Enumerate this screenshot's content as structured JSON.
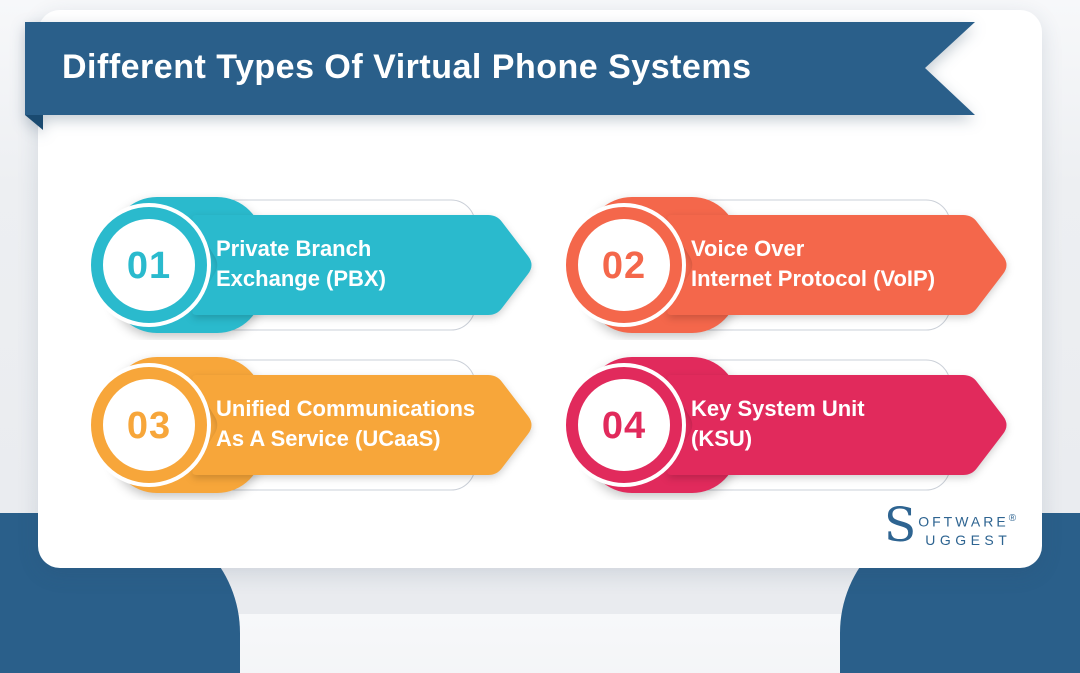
{
  "header": {
    "title": "Different Types Of Virtual Phone Systems"
  },
  "items": [
    {
      "number": "01",
      "line1": "Private Branch",
      "line2": "Exchange (PBX)",
      "color": "#2ABACD"
    },
    {
      "number": "02",
      "line1": "Voice Over",
      "line2": "Internet Protocol (VoIP)",
      "color": "#F4674B"
    },
    {
      "number": "03",
      "line1": "Unified Communications",
      "line2": "As A Service (UCaaS)",
      "color": "#F7A63A"
    },
    {
      "number": "04",
      "line1": "Key System Unit",
      "line2": "(KSU)",
      "color": "#E12A5C"
    }
  ],
  "logo": {
    "brand": "SoftwareSuggest",
    "initial": "S",
    "top_text": "OFTWARE",
    "registered": "®",
    "bottom_text": "UGGEST"
  },
  "colors": {
    "banner": "#2A5F8A",
    "banner_fold": "#1A4A70",
    "card": "#FFFFFF",
    "background": "#EDEFF2",
    "outline_stroke": "#CBD0D8",
    "logo_blue": "#2E6491"
  }
}
